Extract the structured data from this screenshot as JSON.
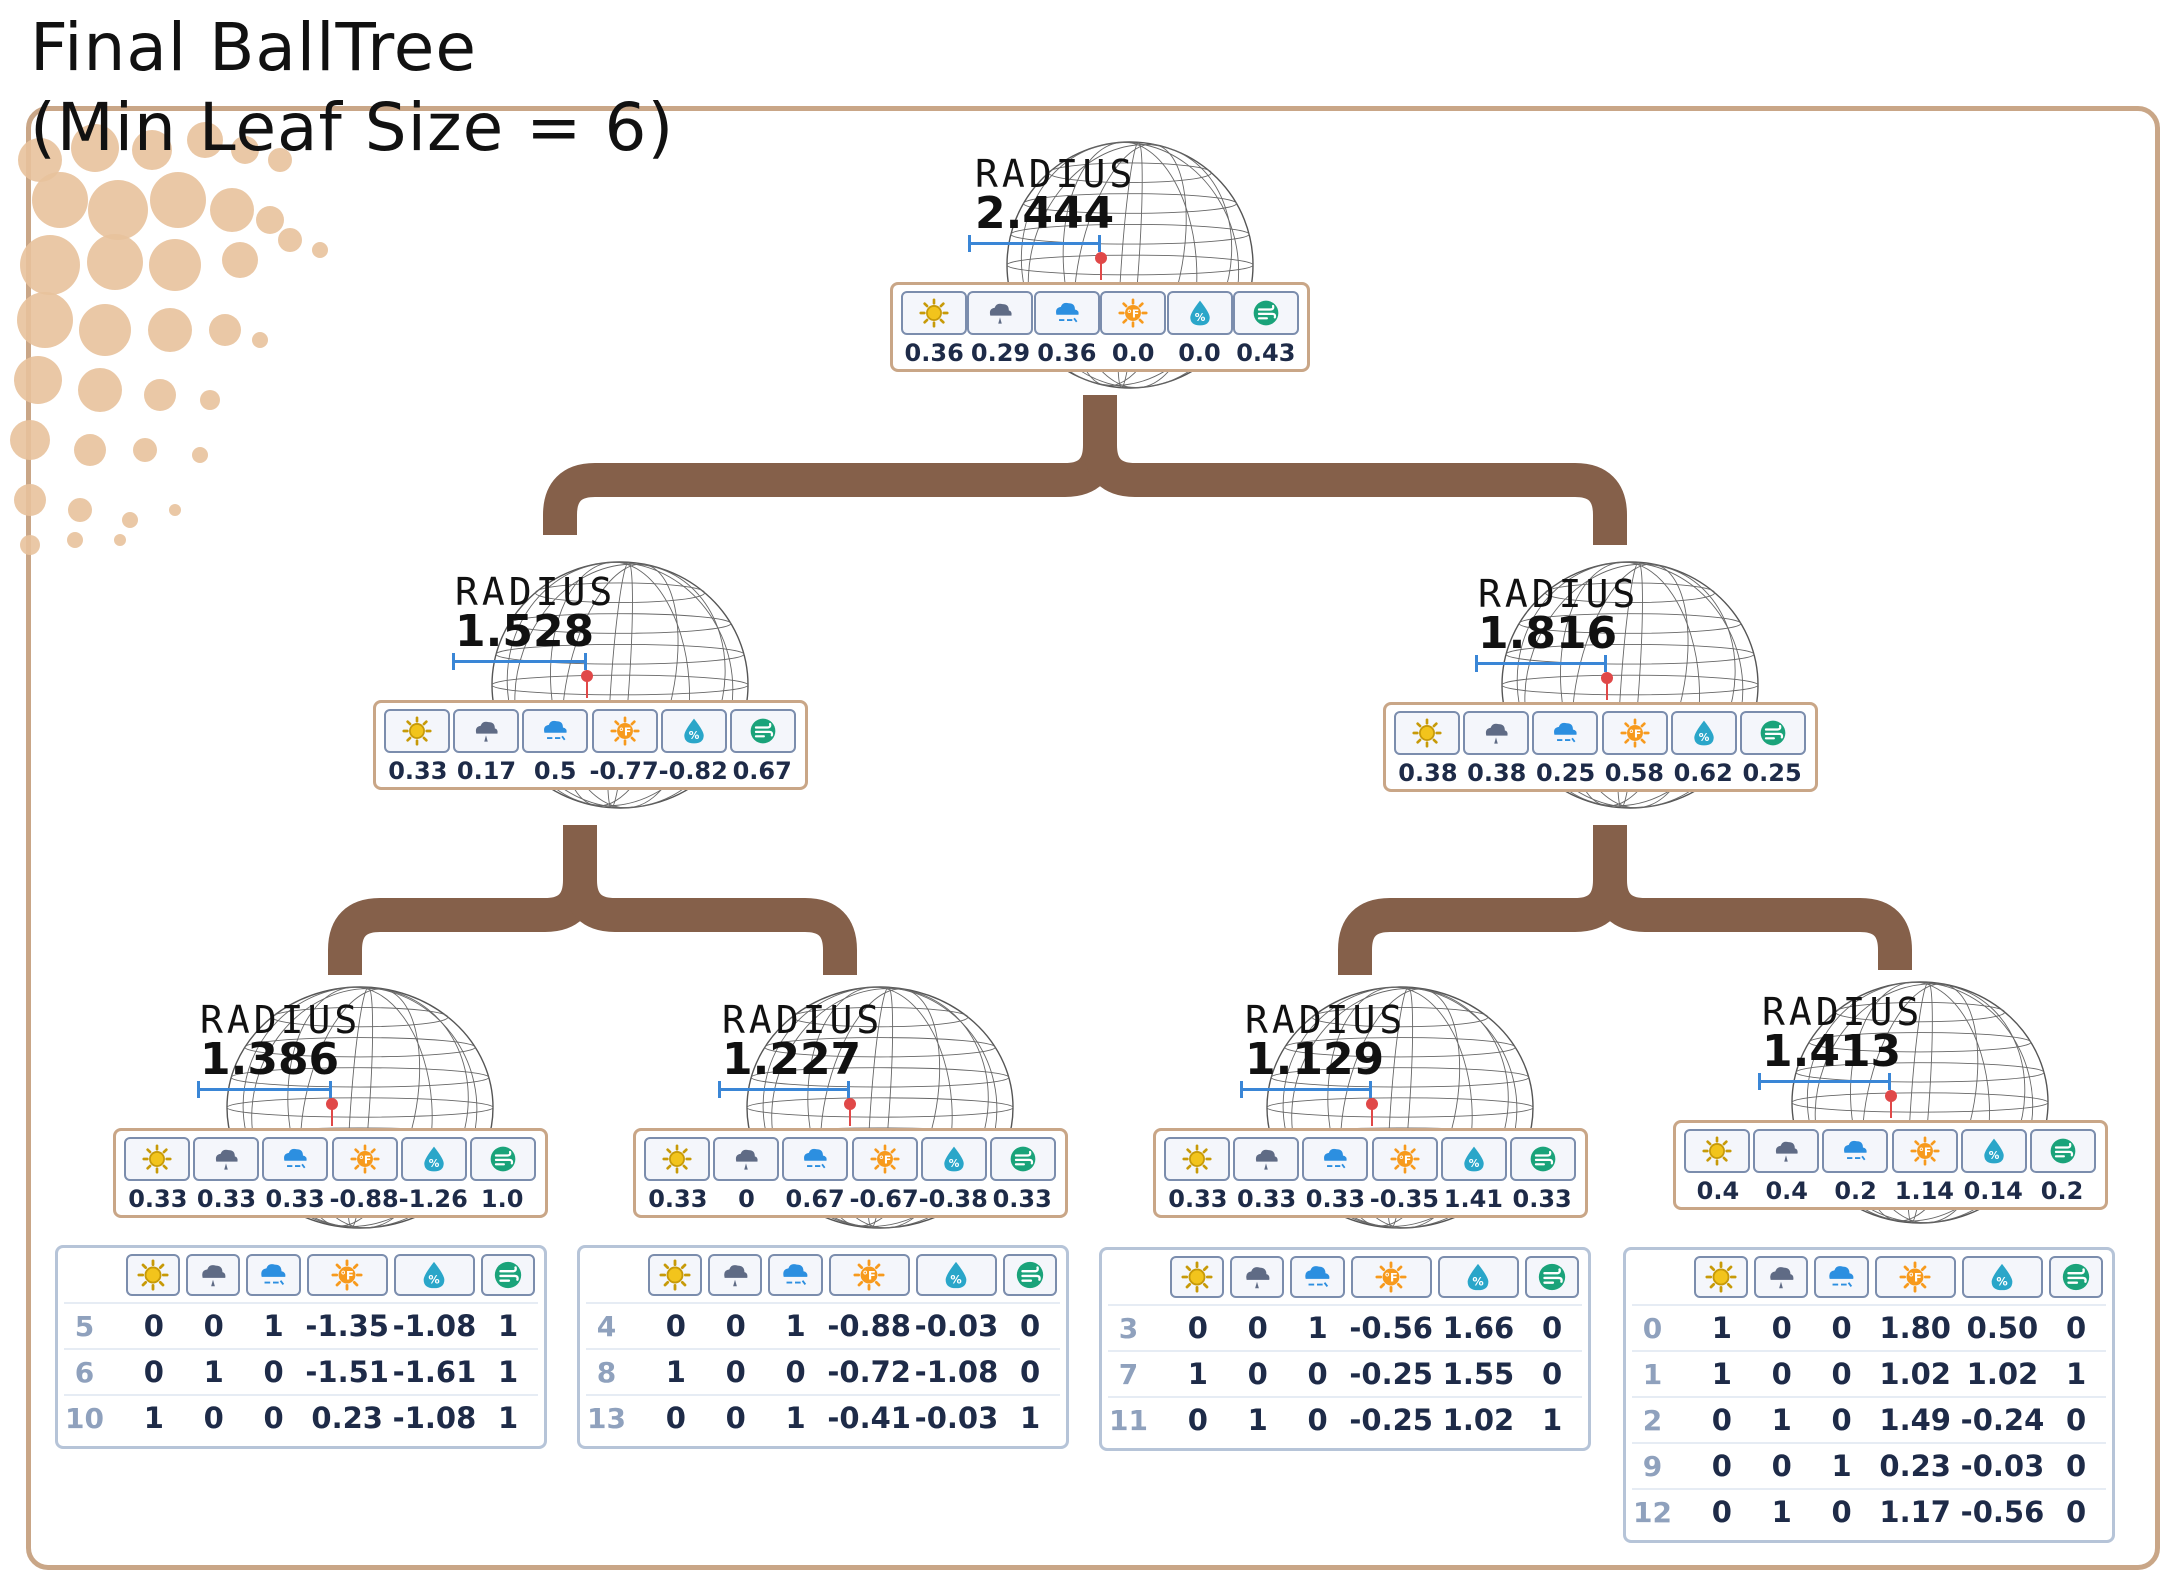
{
  "title": {
    "line1": "Final BallTree",
    "line2": "(Min Leaf Size = 6)"
  },
  "colors": {
    "frame": "#c9a687",
    "edge": "#85604a",
    "radius_bar": "#3a86d6",
    "pin": "#e04848",
    "dots": "#e8c29c",
    "value_text": "#1e2b48",
    "index_text": "#8fa1bd"
  },
  "feature_icons": [
    "sun-icon",
    "rain-cloud-icon",
    "wind-cloud-icon",
    "hot-temperature-icon",
    "humidity-drop-icon",
    "wind-icon"
  ],
  "radius_label": "RADIUS",
  "nodes": [
    {
      "radius": "2.444",
      "centroid": [
        "0.36",
        "0.29",
        "0.36",
        "0.0",
        "0.0",
        "0.43"
      ]
    },
    {
      "radius": "1.528",
      "centroid": [
        "0.33",
        "0.17",
        "0.5",
        "-0.77",
        "-0.82",
        "0.67"
      ]
    },
    {
      "radius": "1.816",
      "centroid": [
        "0.38",
        "0.38",
        "0.25",
        "0.58",
        "0.62",
        "0.25"
      ]
    },
    {
      "radius": "1.386",
      "centroid": [
        "0.33",
        "0.33",
        "0.33",
        "-0.88",
        "-1.26",
        "1.0"
      ]
    },
    {
      "radius": "1.227",
      "centroid": [
        "0.33",
        "0",
        "0.67",
        "-0.67",
        "-0.38",
        "0.33"
      ]
    },
    {
      "radius": "1.129",
      "centroid": [
        "0.33",
        "0.33",
        "0.33",
        "-0.35",
        "1.41",
        "0.33"
      ]
    },
    {
      "radius": "1.413",
      "centroid": [
        "0.4",
        "0.4",
        "0.2",
        "1.14",
        "0.14",
        "0.2"
      ]
    }
  ],
  "leaves": [
    {
      "rows": [
        {
          "idx": "5",
          "vals": [
            "0",
            "0",
            "1",
            "-1.35",
            "-1.08",
            "1"
          ]
        },
        {
          "idx": "6",
          "vals": [
            "0",
            "1",
            "0",
            "-1.51",
            "-1.61",
            "1"
          ]
        },
        {
          "idx": "10",
          "vals": [
            "1",
            "0",
            "0",
            "0.23",
            "-1.08",
            "1"
          ]
        }
      ]
    },
    {
      "rows": [
        {
          "idx": "4",
          "vals": [
            "0",
            "0",
            "1",
            "-0.88",
            "-0.03",
            "0"
          ]
        },
        {
          "idx": "8",
          "vals": [
            "1",
            "0",
            "0",
            "-0.72",
            "-1.08",
            "0"
          ]
        },
        {
          "idx": "13",
          "vals": [
            "0",
            "0",
            "1",
            "-0.41",
            "-0.03",
            "1"
          ]
        }
      ]
    },
    {
      "rows": [
        {
          "idx": "3",
          "vals": [
            "0",
            "0",
            "1",
            "-0.56",
            "1.66",
            "0"
          ]
        },
        {
          "idx": "7",
          "vals": [
            "1",
            "0",
            "0",
            "-0.25",
            "1.55",
            "0"
          ]
        },
        {
          "idx": "11",
          "vals": [
            "0",
            "1",
            "0",
            "-0.25",
            "1.02",
            "1"
          ]
        }
      ]
    },
    {
      "rows": [
        {
          "idx": "0",
          "vals": [
            "1",
            "0",
            "0",
            "1.80",
            "0.50",
            "0"
          ]
        },
        {
          "idx": "1",
          "vals": [
            "1",
            "0",
            "0",
            "1.02",
            "1.02",
            "1"
          ]
        },
        {
          "idx": "2",
          "vals": [
            "0",
            "1",
            "0",
            "1.49",
            "-0.24",
            "0"
          ]
        },
        {
          "idx": "9",
          "vals": [
            "0",
            "0",
            "1",
            "0.23",
            "-0.03",
            "0"
          ]
        },
        {
          "idx": "12",
          "vals": [
            "0",
            "1",
            "0",
            "1.17",
            "-0.56",
            "0"
          ]
        }
      ]
    }
  ]
}
